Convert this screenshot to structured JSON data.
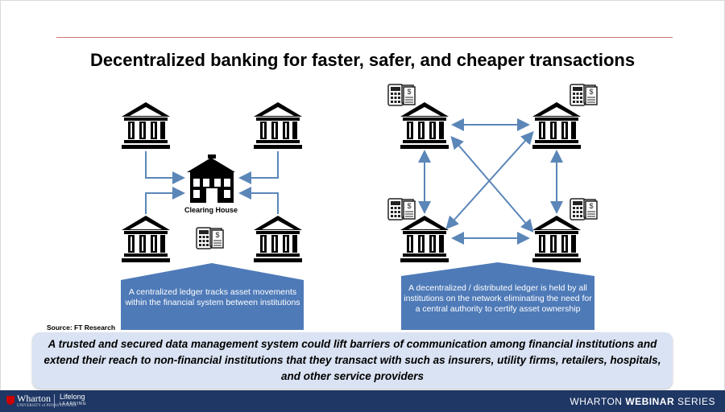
{
  "title": "Decentralized banking for faster, safer, and cheaper transactions",
  "left": {
    "clearing_house_label": "Clearing House",
    "callout": "A centralized ledger tracks asset movements within the financial system between institutions"
  },
  "right": {
    "callout": "A decentralized / distributed ledger is held by all institutions on the network eliminating the need for a central authority to certify asset ownership"
  },
  "source": "Source: FT Research",
  "summary": "A trusted and secured data management system could lift barriers of communication among financial institutions and extend their reach to non-financial institutions that they transact with such as insurers, utility firms, retailers, hospitals, and other service providers",
  "footer": {
    "logo_text": "Wharton",
    "logo_sub": "UNIVERSITY of PENNSYLVANIA",
    "ll_line1": "Lifelong",
    "ll_line2": "LEARNING",
    "series_prefix": "WHARTON ",
    "series_bold": "WEBINAR",
    "series_suffix": " SERIES"
  },
  "colors": {
    "arrow": "#5b86b8",
    "callout_fill": "#4e7ab8",
    "summary_bg": "#dae3f3",
    "footer_bg": "#1f3764",
    "rule": "#c8787a"
  },
  "icons": [
    "bank-icon",
    "clearing-house-icon",
    "calculator-ledger-icon",
    "double-arrow"
  ]
}
